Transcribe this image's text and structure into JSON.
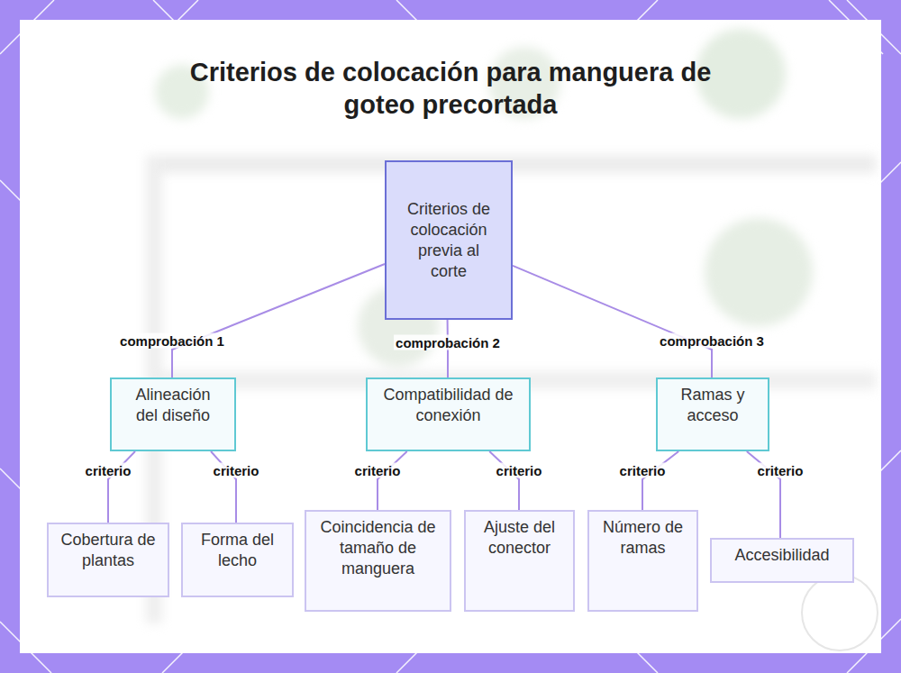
{
  "diagram": {
    "title": "Criterios de colocación para manguera de goteo precortada",
    "nodes": [
      {
        "text": [
          "Criterios de colocación previa al corte"
        ]
      },
      {
        "text": [
          "Alineación del diseño"
        ]
      },
      {
        "text": [
          "Compatibilidad de conexión"
        ]
      },
      {
        "text": [
          "Ramas y acceso"
        ]
      },
      {
        "text": [
          "Cobertura de plantas"
        ]
      },
      {
        "text": [
          "Forma del lecho"
        ]
      },
      {
        "text": [
          "Coincidencia de tamaño de manguera"
        ]
      },
      {
        "text": [
          "Ajuste del conector"
        ]
      },
      {
        "text": [
          "Número de ramas"
        ]
      },
      {
        "text": [
          "Accesibilidad"
        ]
      }
    ],
    "edges": [
      {
        "from": 0,
        "to": 1,
        "label": "comprobación 1",
        "arrow": "none"
      },
      {
        "from": 0,
        "to": 2,
        "label": "comprobación 2",
        "arrow": "none"
      },
      {
        "from": 0,
        "to": 3,
        "label": "comprobación 3",
        "arrow": "none"
      },
      {
        "from": 1,
        "to": 4,
        "label": "criterio",
        "arrow": "none"
      },
      {
        "from": 1,
        "to": 5,
        "label": "criterio",
        "arrow": "none"
      },
      {
        "from": 2,
        "to": 6,
        "label": "criterio",
        "arrow": "none"
      },
      {
        "from": 2,
        "to": 7,
        "label": "criterio",
        "arrow": "none"
      },
      {
        "from": 3,
        "to": 8,
        "label": "criterio",
        "arrow": "none"
      },
      {
        "from": 3,
        "to": 9,
        "label": "criterio",
        "arrow": "none"
      }
    ]
  }
}
